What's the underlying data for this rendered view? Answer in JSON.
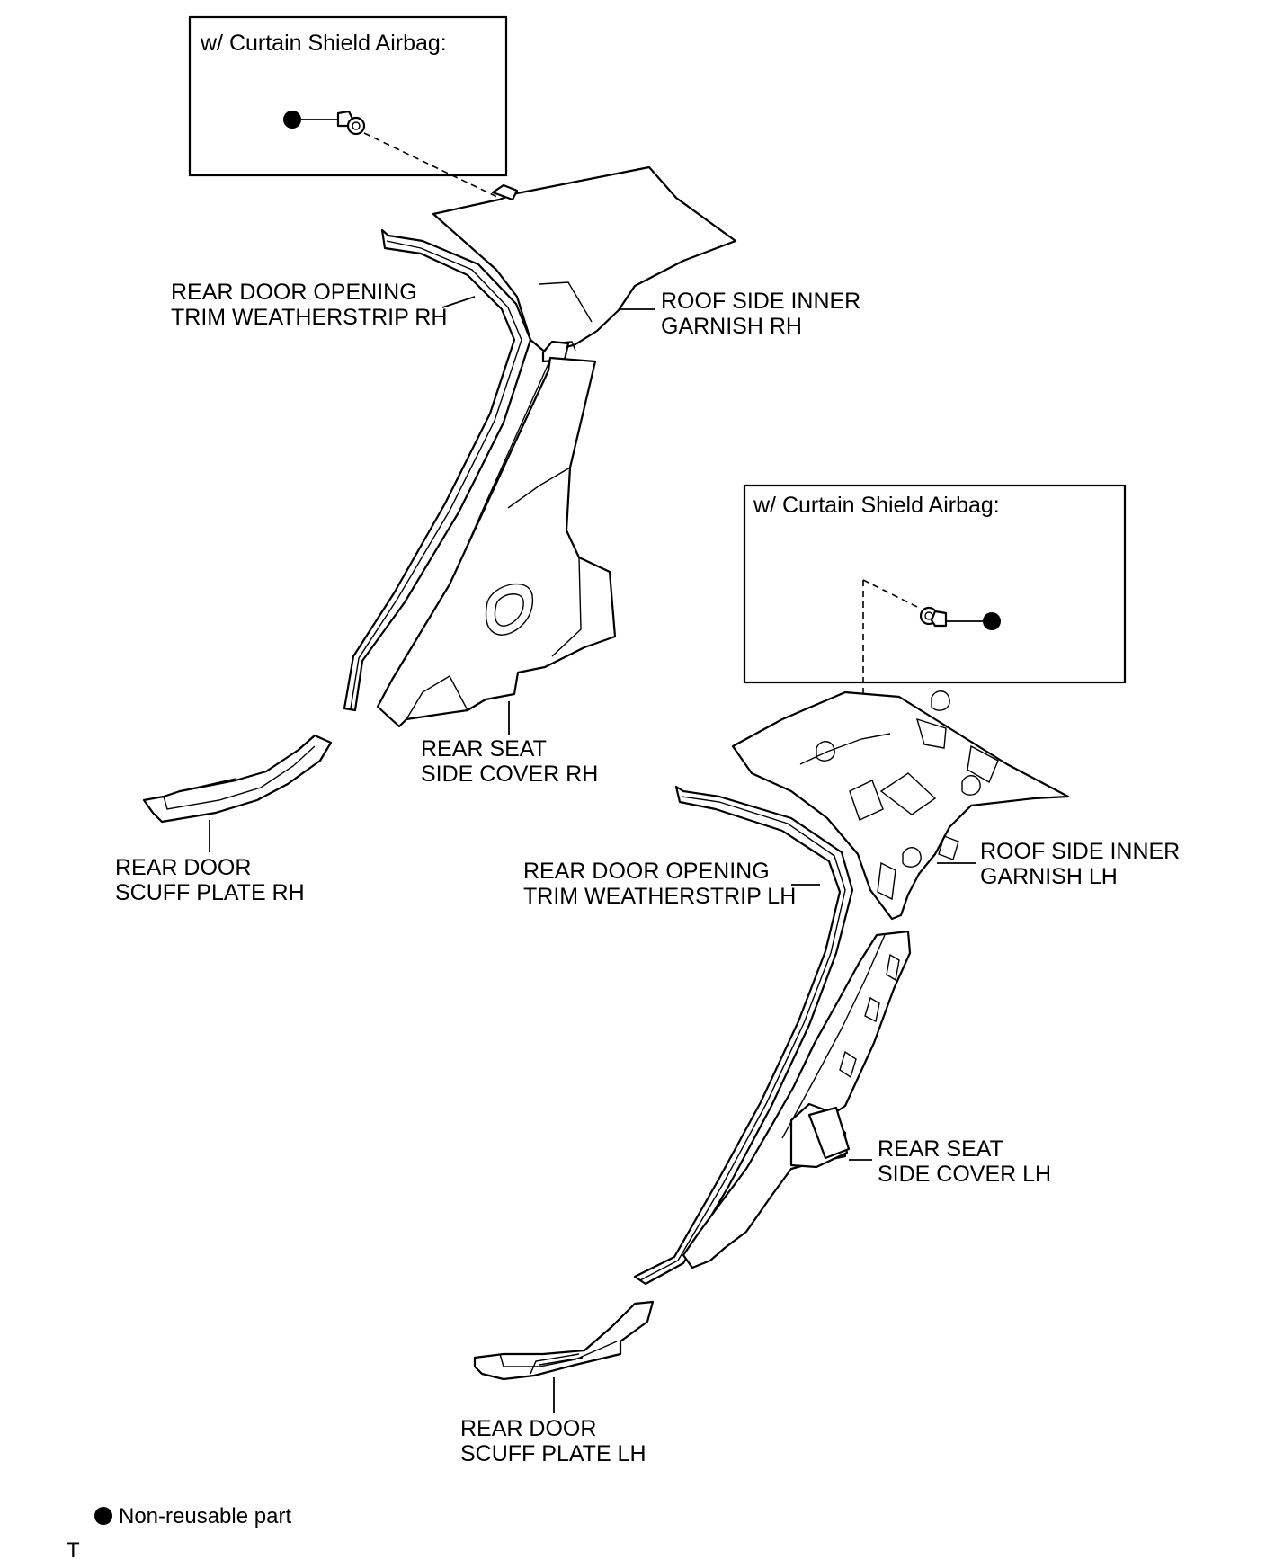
{
  "boxes": {
    "rh_airbag": {
      "title": "w/ Curtain Shield Airbag:"
    },
    "lh_airbag": {
      "title": "w/ Curtain Shield Airbag:"
    }
  },
  "labels": {
    "weatherstrip_rh": [
      "REAR DOOR OPENING",
      "TRIM WEATHERSTRIP RH"
    ],
    "garnish_rh": [
      "ROOF SIDE INNER",
      "GARNISH RH"
    ],
    "seat_cover_rh": [
      "REAR SEAT",
      "SIDE COVER RH"
    ],
    "scuff_rh": [
      "REAR DOOR",
      "SCUFF PLATE RH"
    ],
    "weatherstrip_lh": [
      "REAR DOOR OPENING",
      "TRIM WEATHERSTRIP LH"
    ],
    "garnish_lh": [
      "ROOF SIDE INNER",
      "GARNISH LH"
    ],
    "seat_cover_lh": [
      "REAR SEAT",
      "SIDE COVER LH"
    ],
    "scuff_lh": [
      "REAR DOOR",
      "SCUFF PLATE LH"
    ]
  },
  "legend": {
    "text": "Non-reusable part",
    "symbol": "filled-circle"
  },
  "corner_mark": "T"
}
